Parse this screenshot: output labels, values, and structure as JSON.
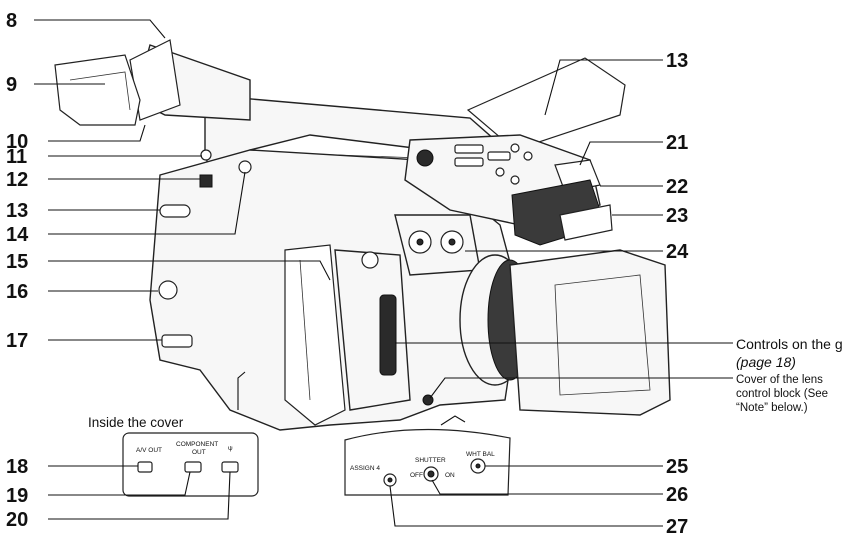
{
  "callouts": [
    "8",
    "9",
    "10",
    "11",
    "12",
    "13",
    "14",
    "15",
    "16",
    "17",
    "13",
    "21",
    "22",
    "23",
    "24",
    "18",
    "19",
    "20",
    "25",
    "26",
    "27"
  ],
  "grip_controls": {
    "label": "Controls on the grip",
    "page_ref": "(page 18)"
  },
  "lens_cover": {
    "line1": "Cover of the lens",
    "line2": "control block (See",
    "line3": "“Note” below.)"
  },
  "inside_cover": {
    "title": "Inside the cover",
    "av_out": "A/V OUT",
    "component_out_1": "COMPONENT",
    "component_out_2": "OUT",
    "usb_symbol": "ψ"
  },
  "lens_block": {
    "assign4": "ASSIGN 4",
    "shutter": "SHUTTER",
    "off": "OFF",
    "on": "ON",
    "wht_bal": "WHT BAL"
  }
}
